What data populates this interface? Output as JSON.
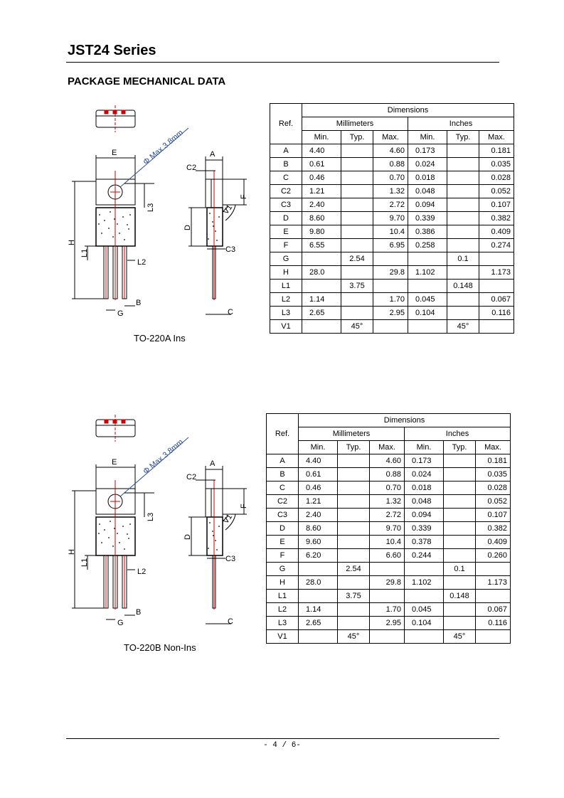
{
  "header": {
    "series_title": "JST24 Series"
  },
  "section": {
    "title": "PACKAGE MECHANICAL DATA"
  },
  "drawing_labels": {
    "phi": "Φ Max 3.8mm",
    "E": "E",
    "A": "A",
    "C2": "C2",
    "F": "F",
    "L3": "L3",
    "D": "D",
    "V1": "V1",
    "C3": "C3",
    "H": "H",
    "L1": "L1",
    "L2": "L2",
    "B": "B",
    "G": "G",
    "C": "C"
  },
  "packages": [
    {
      "caption": "TO-220A Ins",
      "table": {
        "ref_header": "Ref.",
        "dimensions_header": "Dimensions",
        "mm_header": "Millimeters",
        "in_header": "Inches",
        "sub_headers": [
          "Min.",
          "Typ.",
          "Max.",
          "Min.",
          "Typ.",
          "Max."
        ],
        "rows": [
          [
            "A",
            "4.40",
            "",
            "4.60",
            "0.173",
            "",
            "0.181"
          ],
          [
            "B",
            "0.61",
            "",
            "0.88",
            "0.024",
            "",
            "0.035"
          ],
          [
            "C",
            "0.46",
            "",
            "0.70",
            "0.018",
            "",
            "0.028"
          ],
          [
            "C2",
            "1.21",
            "",
            "1.32",
            "0.048",
            "",
            "0.052"
          ],
          [
            "C3",
            "2.40",
            "",
            "2.72",
            "0.094",
            "",
            "0.107"
          ],
          [
            "D",
            "8.60",
            "",
            "9.70",
            "0.339",
            "",
            "0.382"
          ],
          [
            "E",
            "9.80",
            "",
            "10.4",
            "0.386",
            "",
            "0.409"
          ],
          [
            "F",
            "6.55",
            "",
            "6.95",
            "0.258",
            "",
            "0.274"
          ],
          [
            "G",
            "",
            "2.54",
            "",
            "",
            "0.1",
            ""
          ],
          [
            "H",
            "28.0",
            "",
            "29.8",
            "1.102",
            "",
            "1.173"
          ],
          [
            "L1",
            "",
            "3.75",
            "",
            "",
            "0.148",
            ""
          ],
          [
            "L2",
            "1.14",
            "",
            "1.70",
            "0.045",
            "",
            "0.067"
          ],
          [
            "L3",
            "2.65",
            "",
            "2.95",
            "0.104",
            "",
            "0.116"
          ],
          [
            "V1",
            "",
            "45°",
            "",
            "",
            "45°",
            ""
          ]
        ]
      }
    },
    {
      "caption": "TO-220B Non-Ins",
      "table": {
        "ref_header": "Ref.",
        "dimensions_header": "Dimensions",
        "mm_header": "Millimeters",
        "in_header": "Inches",
        "sub_headers": [
          "Min.",
          "Typ.",
          "Max.",
          "Min.",
          "Typ.",
          "Max."
        ],
        "rows": [
          [
            "A",
            "4.40",
            "",
            "4.60",
            "0.173",
            "",
            "0.181"
          ],
          [
            "B",
            "0.61",
            "",
            "0.88",
            "0.024",
            "",
            "0.035"
          ],
          [
            "C",
            "0.46",
            "",
            "0.70",
            "0.018",
            "",
            "0.028"
          ],
          [
            "C2",
            "1.21",
            "",
            "1.32",
            "0.048",
            "",
            "0.052"
          ],
          [
            "C3",
            "2.40",
            "",
            "2.72",
            "0.094",
            "",
            "0.107"
          ],
          [
            "D",
            "8.60",
            "",
            "9.70",
            "0.339",
            "",
            "0.382"
          ],
          [
            "E",
            "9.60",
            "",
            "10.4",
            "0.378",
            "",
            "0.409"
          ],
          [
            "F",
            "6.20",
            "",
            "6.60",
            "0.244",
            "",
            "0.260"
          ],
          [
            "G",
            "",
            "2.54",
            "",
            "",
            "0.1",
            ""
          ],
          [
            "H",
            "28.0",
            "",
            "29.8",
            "1.102",
            "",
            "1.173"
          ],
          [
            "L1",
            "",
            "3.75",
            "",
            "",
            "0.148",
            ""
          ],
          [
            "L2",
            "1.14",
            "",
            "1.70",
            "0.045",
            "",
            "0.067"
          ],
          [
            "L3",
            "2.65",
            "",
            "2.95",
            "0.104",
            "",
            "0.116"
          ],
          [
            "V1",
            "",
            "45°",
            "",
            "",
            "45°",
            ""
          ]
        ]
      }
    }
  ],
  "footer": {
    "page": "- 4 / 6-"
  }
}
